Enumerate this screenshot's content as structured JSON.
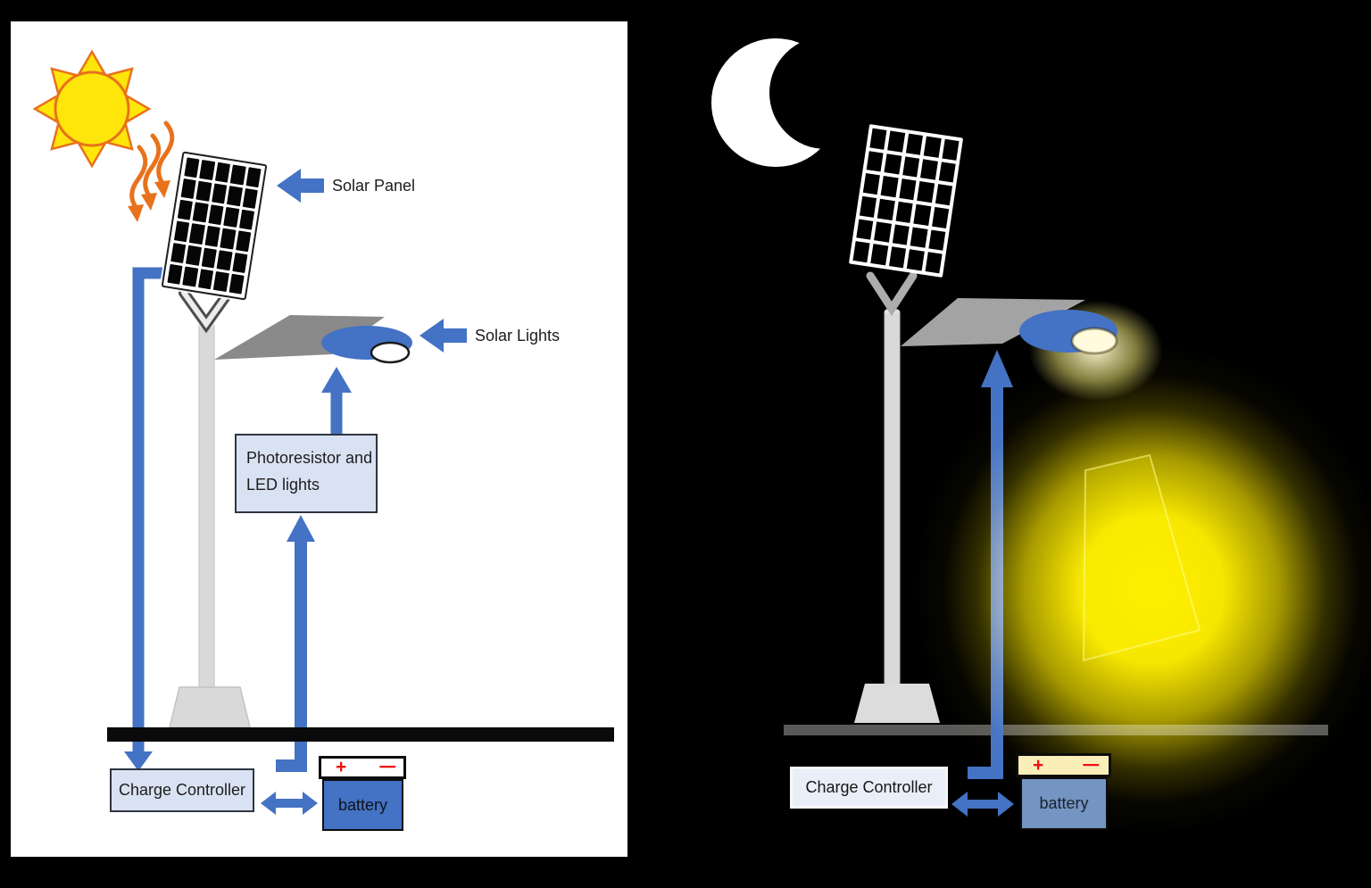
{
  "scenes": {
    "day": {
      "labels": {
        "solar_panel": "Solar Panel",
        "solar_lights": "Solar Lights"
      },
      "photoresistor_box": {
        "line1": "Photoresistor and",
        "line2": "LED lights"
      },
      "charge_controller": "Charge Controller",
      "battery": {
        "label": "battery",
        "plus": "+",
        "minus": "−"
      }
    },
    "night": {
      "charge_controller": "Charge Controller",
      "battery": {
        "label": "battery",
        "plus": "+",
        "minus": "−"
      }
    }
  },
  "colors": {
    "arrow_blue": "#4472C4",
    "box_fill": "#d9e2f3",
    "sun_yellow": "#ffe60a",
    "sun_outline": "#e8721c",
    "lamp_blue": "#4472C4",
    "glow_yellow": "#ffee00",
    "terminal_red": "#ee1111",
    "day_ground": "#0a0a0a",
    "night_ground": "#595959",
    "battery_blue": "#4472C4"
  }
}
